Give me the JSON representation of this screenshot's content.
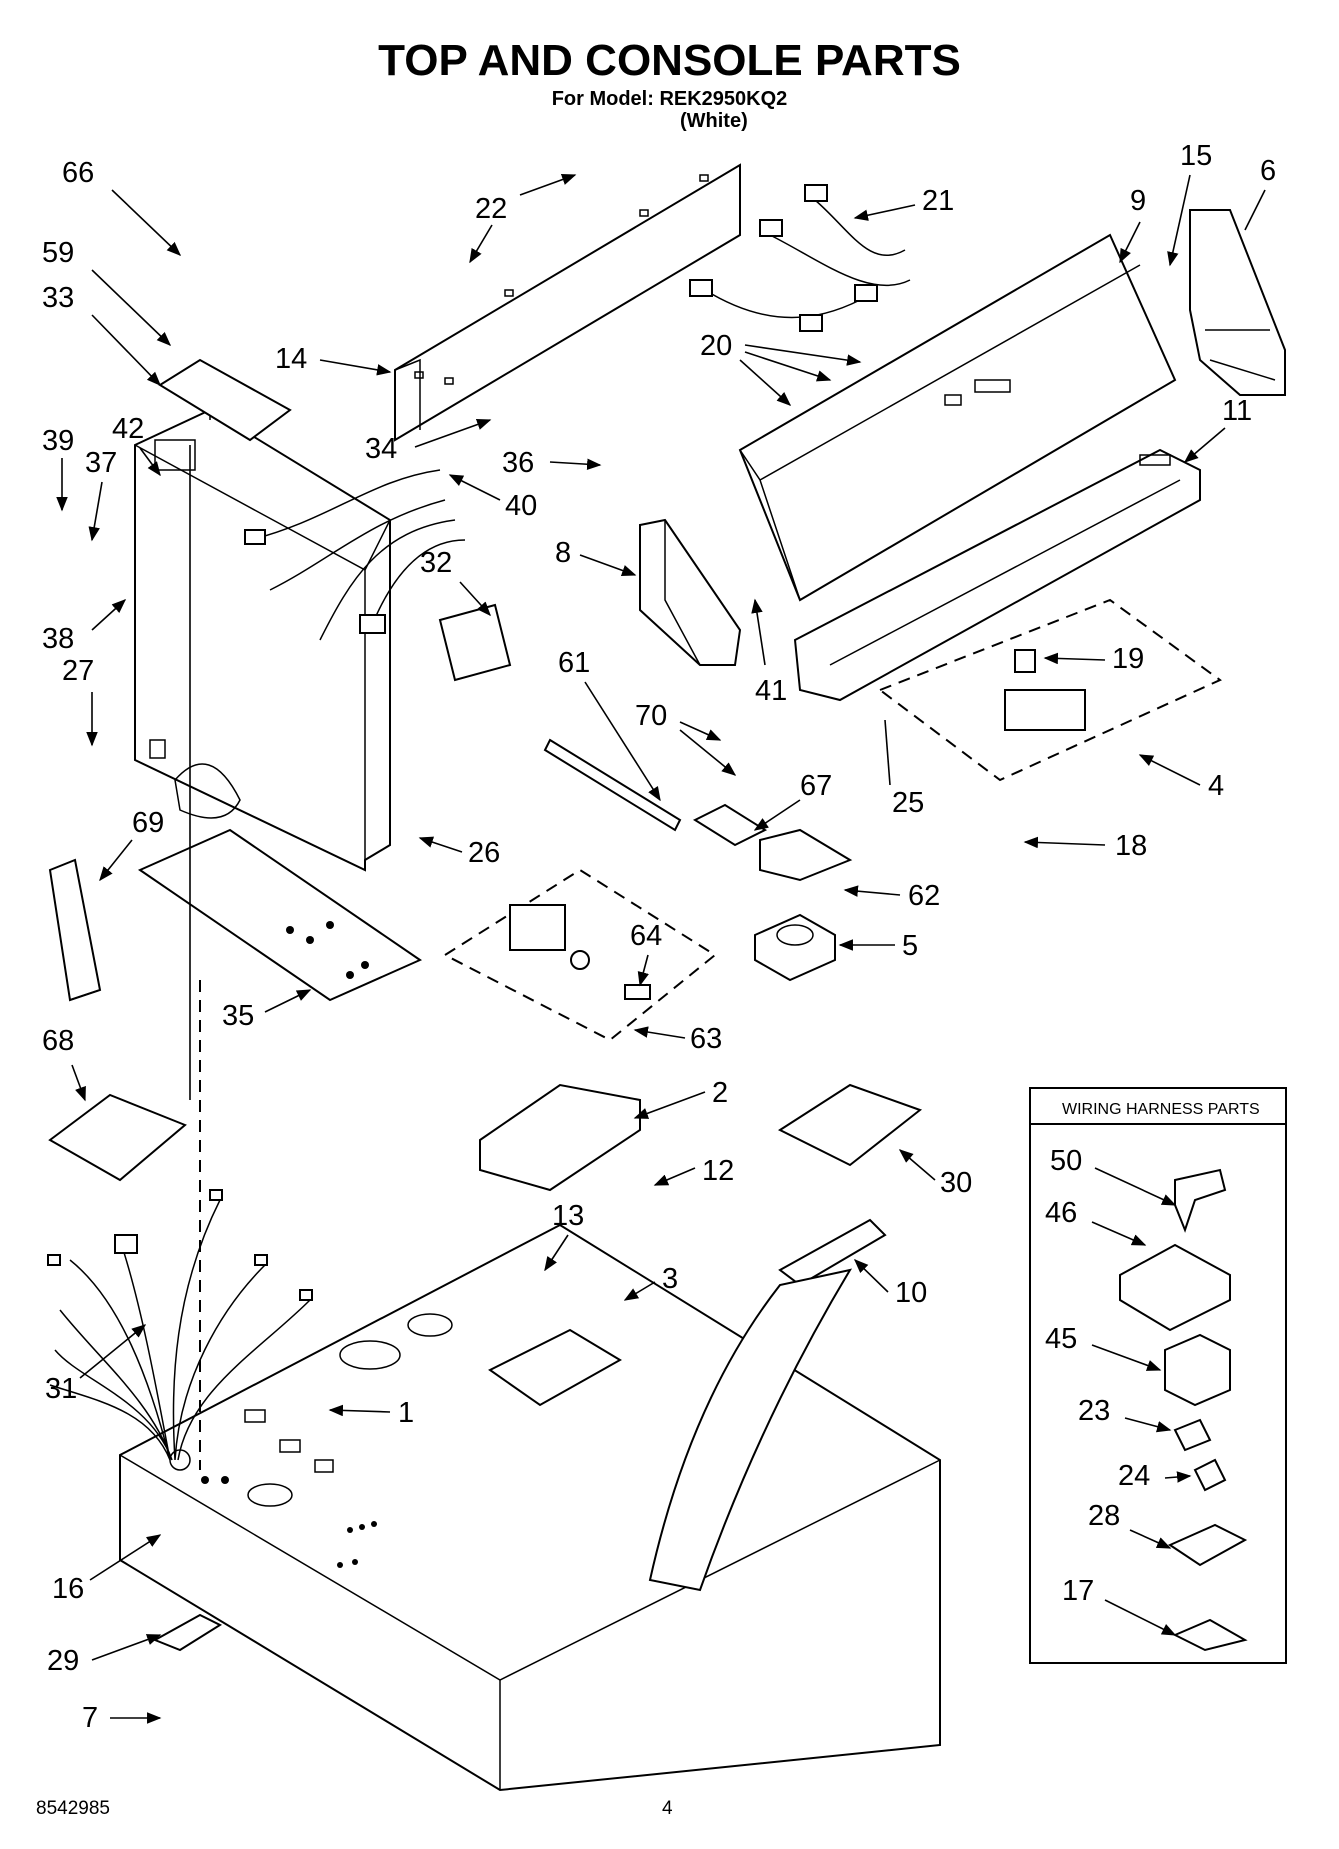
{
  "header": {
    "title": "TOP AND CONSOLE PARTS",
    "model_line": "For Model: REK2950KQ2",
    "finish": "(White)"
  },
  "footer": {
    "document_number": "8542985",
    "page_number": "4"
  },
  "wiring_harness_box": {
    "title": "WIRING HARNESS PARTS",
    "callouts": [
      "50",
      "46",
      "45",
      "23",
      "24",
      "28",
      "17"
    ]
  },
  "callouts": [
    {
      "id": "66",
      "label": "66"
    },
    {
      "id": "59",
      "label": "59"
    },
    {
      "id": "33",
      "label": "33"
    },
    {
      "id": "22a",
      "label": "22"
    },
    {
      "id": "14",
      "label": "14"
    },
    {
      "id": "34",
      "label": "34"
    },
    {
      "id": "21",
      "label": "21"
    },
    {
      "id": "20",
      "label": "20"
    },
    {
      "id": "9",
      "label": "9"
    },
    {
      "id": "15",
      "label": "15"
    },
    {
      "id": "6",
      "label": "6"
    },
    {
      "id": "11",
      "label": "11"
    },
    {
      "id": "39",
      "label": "39"
    },
    {
      "id": "37",
      "label": "37"
    },
    {
      "id": "42",
      "label": "42"
    },
    {
      "id": "36",
      "label": "36"
    },
    {
      "id": "40",
      "label": "40"
    },
    {
      "id": "38",
      "label": "38"
    },
    {
      "id": "32",
      "label": "32"
    },
    {
      "id": "8",
      "label": "8"
    },
    {
      "id": "27",
      "label": "27"
    },
    {
      "id": "61",
      "label": "61"
    },
    {
      "id": "41",
      "label": "41"
    },
    {
      "id": "19",
      "label": "19"
    },
    {
      "id": "70",
      "label": "70"
    },
    {
      "id": "25",
      "label": "25"
    },
    {
      "id": "4",
      "label": "4"
    },
    {
      "id": "69",
      "label": "69"
    },
    {
      "id": "26",
      "label": "26"
    },
    {
      "id": "67",
      "label": "67"
    },
    {
      "id": "18",
      "label": "18"
    },
    {
      "id": "62",
      "label": "62"
    },
    {
      "id": "64",
      "label": "64"
    },
    {
      "id": "5",
      "label": "5"
    },
    {
      "id": "35",
      "label": "35"
    },
    {
      "id": "63",
      "label": "63"
    },
    {
      "id": "68",
      "label": "68"
    },
    {
      "id": "2",
      "label": "2"
    },
    {
      "id": "30",
      "label": "30"
    },
    {
      "id": "12",
      "label": "12"
    },
    {
      "id": "13",
      "label": "13"
    },
    {
      "id": "3",
      "label": "3"
    },
    {
      "id": "10",
      "label": "10"
    },
    {
      "id": "31",
      "label": "31"
    },
    {
      "id": "1",
      "label": "1"
    },
    {
      "id": "16",
      "label": "16"
    },
    {
      "id": "29",
      "label": "29"
    },
    {
      "id": "7",
      "label": "7"
    }
  ]
}
